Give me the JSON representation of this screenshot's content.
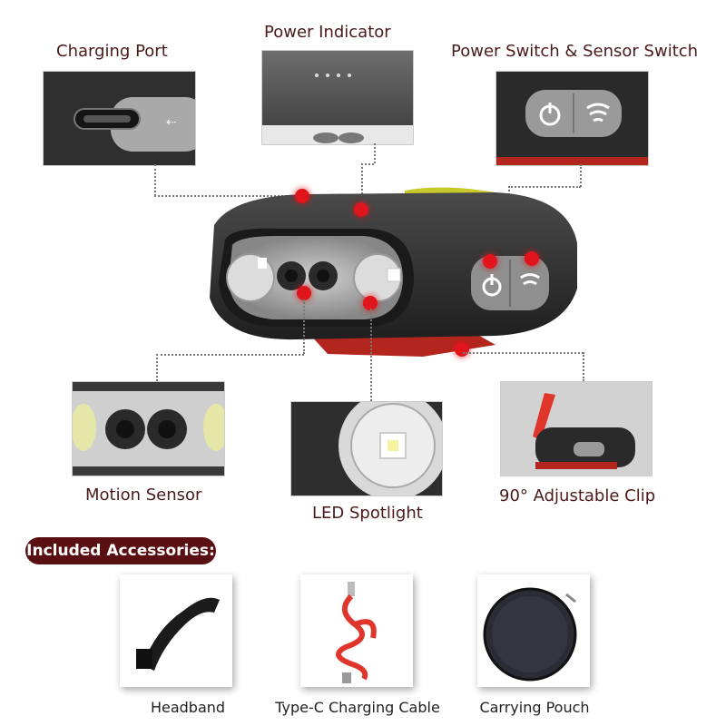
{
  "callouts": {
    "charging_port": "Charging Port",
    "power_indicator": "Power Indicator",
    "power_switch": "Power Switch & Sensor Switch",
    "motion_sensor": "Motion Sensor",
    "led_spotlight": "LED Spotlight",
    "adjustable_clip": "90° Adjustable Clip"
  },
  "accessories": {
    "title": "Included Accessories:",
    "items": [
      {
        "label": "Headband"
      },
      {
        "label": "Type-C Charging Cable"
      },
      {
        "label": "Carrying Pouch"
      }
    ]
  },
  "colors": {
    "accent_red": "#e0141b",
    "banner": "#5a0f12",
    "body_dark": "#2b2b2b",
    "button_gray": "#9a9a9a"
  }
}
